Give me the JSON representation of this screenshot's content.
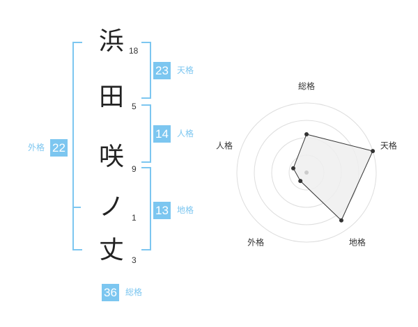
{
  "name_characters": [
    {
      "char": "浜",
      "strokes": "18"
    },
    {
      "char": "田",
      "strokes": "5"
    },
    {
      "char": "咲",
      "strokes": "9"
    },
    {
      "char": "ノ",
      "strokes": "1"
    },
    {
      "char": "丈",
      "strokes": "3"
    }
  ],
  "kaku": {
    "tenkaku": {
      "value": "23",
      "label": "天格"
    },
    "jinkaku": {
      "value": "14",
      "label": "人格"
    },
    "chikaku": {
      "value": "13",
      "label": "地格"
    },
    "gaikaku": {
      "value": "22",
      "label": "外格"
    },
    "soukaku": {
      "value": "36",
      "label": "総格"
    }
  },
  "colors": {
    "accent": "#7cc6f0",
    "text": "#222222",
    "radar_fill": "#eeeeee",
    "radar_stroke": "#333333"
  },
  "chart_data": {
    "type": "radar",
    "axes": [
      "総格",
      "天格",
      "地格",
      "外格",
      "人格"
    ],
    "values": [
      0.55,
      1.0,
      0.85,
      0.15,
      0.2
    ],
    "scale_max": 1.0,
    "rings": 4
  }
}
